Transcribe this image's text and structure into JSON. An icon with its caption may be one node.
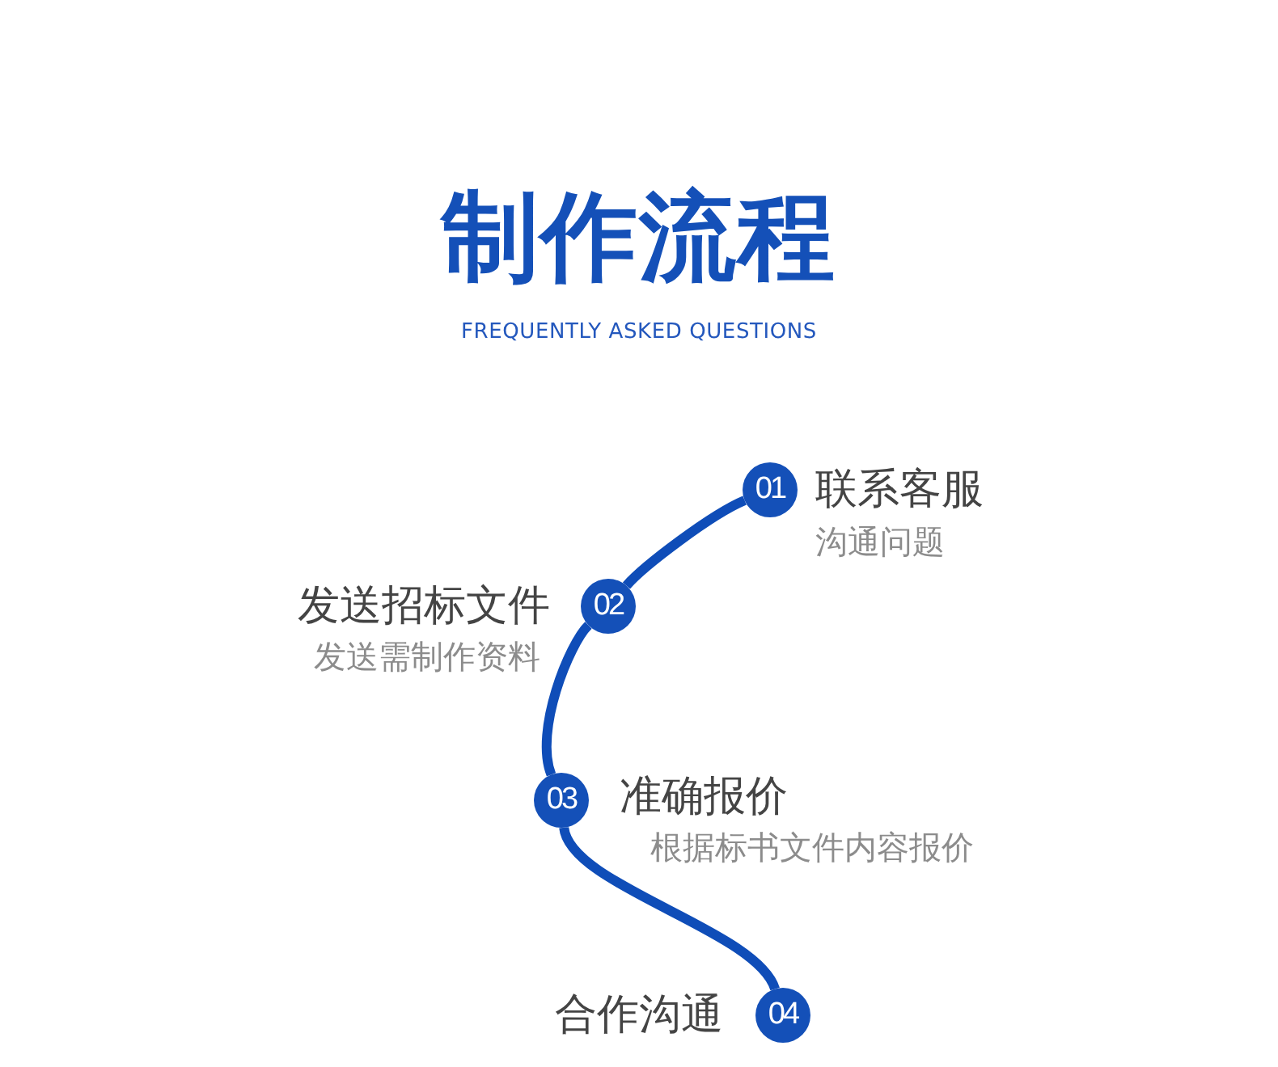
{
  "diagram": {
    "title": "制作流程",
    "nodes": [
      {
        "text": [
          "01"
        ],
        "beside": [
          "联系客服",
          "沟通问题"
        ]
      },
      {
        "text": [
          "02"
        ],
        "beside": [
          "发送招标文件",
          "发送需制作资料"
        ]
      },
      {
        "text": [
          "03"
        ],
        "beside": [
          "准确报价",
          "根据标书文件内容报价"
        ]
      },
      {
        "text": [
          "04"
        ],
        "beside": [
          "合作沟通"
        ]
      }
    ],
    "edges": [
      {
        "from": 0,
        "to": 1,
        "arrow": "none"
      },
      {
        "from": 1,
        "to": 2,
        "arrow": "none"
      },
      {
        "from": 2,
        "to": 3,
        "arrow": "none"
      }
    ],
    "labels": [
      "FREQUENTLY ASKED QUESTIONS"
    ]
  }
}
